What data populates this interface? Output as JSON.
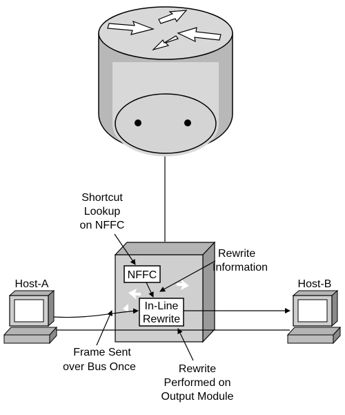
{
  "labels": {
    "shortcut_lookup": [
      "Shortcut",
      "Lookup",
      "on NFFC"
    ],
    "rewrite_information": [
      "Rewrite",
      "Information"
    ],
    "host_a": "Host-A",
    "host_b": "Host-B",
    "nffc": "NFFC",
    "inline_rewrite": [
      "In-Line",
      "Rewrite"
    ],
    "frame_sent": [
      "Frame Sent",
      "over Bus Once"
    ],
    "rewrite_performed": [
      "Rewrite",
      "Performed on",
      "Output Module"
    ]
  },
  "icons": {
    "router": "router-icon",
    "switch": "switch-cube-icon",
    "host_a": "workstation-icon",
    "host_b": "workstation-icon"
  },
  "colors": {
    "ink": "#000000",
    "router_fill": "#d8d8d8",
    "router_shade": "#b8b8b8",
    "switch_front": "#cfcfcf",
    "switch_top": "#b4b4b4",
    "switch_side": "#9a9a9a",
    "screen": "#c8c8c8"
  }
}
